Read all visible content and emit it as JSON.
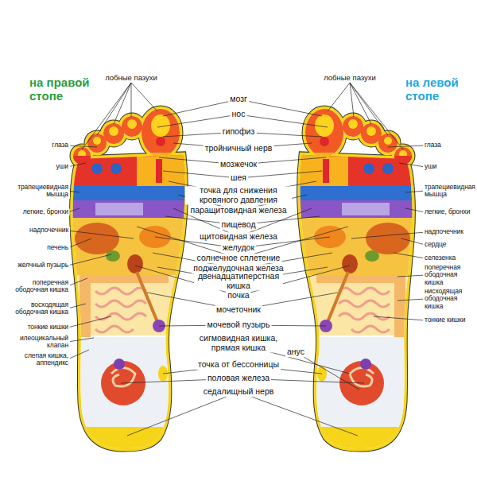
{
  "diagram": {
    "labels": [
      "на правой стопе",
      "на левой стопе",
      "лобные пазухи",
      "лобные пазухи",
      "мозг",
      "нос",
      "гипофиз",
      "тройничный нерв",
      "мозжечок",
      "шея",
      "точка для снижения кровяного давления",
      "паращитовидная железа",
      "пищевод",
      "щитовидная железа",
      "желудок",
      "солнечное сплетение",
      "поджелудочная железа",
      "двенадцатиперстная кишка",
      "почка",
      "мочеточник",
      "мочевой пузырь",
      "сигмовидная кишка, прямая кишка",
      "анус",
      "точка от бессонницы",
      "половая железа",
      "седалищный нерв",
      "глаза",
      "уши",
      "трапециевидная мышца",
      "легкие, бронхи",
      "надпочечник",
      "печень",
      "желчный пузырь",
      "поперечная ободочная кишка",
      "восходящая ободочная кишка",
      "тонкие кишки",
      "илеоцикальный клапан",
      "слепая кишка, аппендикс",
      "глаза",
      "уши",
      "трапециевидная мышца",
      "легкие, бронхи",
      "надпочечник",
      "сердце",
      "селезенка",
      "поперечная ободочная кишка",
      "нисходящая ободочная кишка",
      "тонкие кишки"
    ]
  }
}
